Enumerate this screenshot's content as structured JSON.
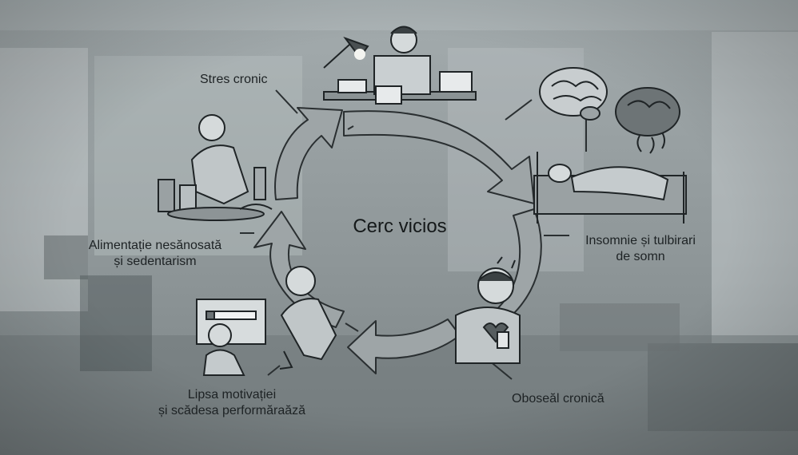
{
  "diagram": {
    "title": "Cerc vicios",
    "stages": [
      {
        "id": "stress",
        "lines": [
          "Stres cronic"
        ]
      },
      {
        "id": "insomnia",
        "lines": [
          "Insomnie și tulbirari",
          "de somn"
        ]
      },
      {
        "id": "fatigue",
        "lines": [
          "Oboseăl cronică"
        ]
      },
      {
        "id": "motivation",
        "lines": [
          "Lipsa motivației",
          "și scădesa performăraăză"
        ]
      },
      {
        "id": "diet",
        "lines": [
          "Alimentație nesănosată",
          "și sedentarism"
        ]
      }
    ],
    "colors": {
      "background": "#8e9698",
      "arrow_fill": "#9ea5a7",
      "arrow_stroke": "#2a2f31",
      "text": "#1d2224"
    }
  }
}
